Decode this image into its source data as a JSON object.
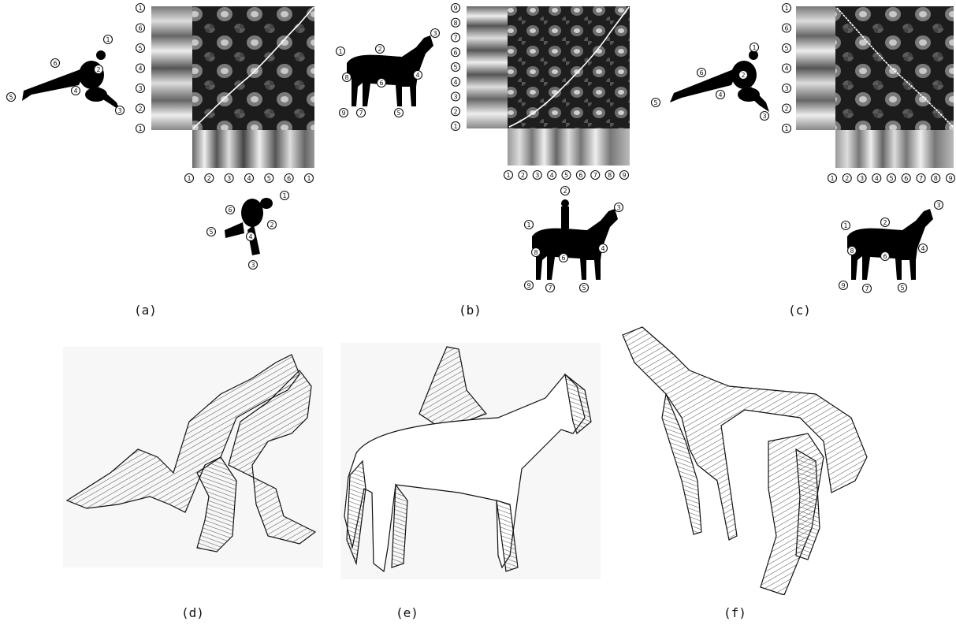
{
  "figure": {
    "panels": [
      {
        "id": "a",
        "caption": "(a)"
      },
      {
        "id": "b",
        "caption": "(b)"
      },
      {
        "id": "c",
        "caption": "(c)"
      },
      {
        "id": "d",
        "caption": "(d)"
      },
      {
        "id": "e",
        "caption": "(e)"
      },
      {
        "id": "f",
        "caption": "(f)"
      }
    ],
    "panel_a": {
      "left_axis": [
        "1",
        "6",
        "5",
        "4",
        "3",
        "2",
        "1"
      ],
      "bottom_axis": [
        "1",
        "2",
        "3",
        "4",
        "5",
        "6",
        "1"
      ],
      "top_shape_labels": [
        "1",
        "2",
        "3",
        "4",
        "5",
        "6"
      ],
      "bottom_shape_labels": [
        "1",
        "2",
        "3",
        "4",
        "5",
        "6"
      ]
    },
    "panel_b": {
      "left_axis": [
        "9",
        "8",
        "7",
        "6",
        "5",
        "4",
        "3",
        "2",
        "1"
      ],
      "bottom_axis": [
        "1",
        "2",
        "3",
        "4",
        "5",
        "6",
        "7",
        "8",
        "9"
      ],
      "top_shape_labels": [
        "1",
        "2",
        "3",
        "4",
        "5",
        "6",
        "7",
        "8",
        "9"
      ],
      "bottom_shape_labels": [
        "1",
        "2",
        "3",
        "4",
        "5",
        "6",
        "7",
        "8",
        "9"
      ]
    },
    "panel_c": {
      "left_axis": [
        "1",
        "6",
        "5",
        "4",
        "3",
        "2",
        "1"
      ],
      "bottom_axis": [
        "1",
        "2",
        "3",
        "4",
        "5",
        "6",
        "7",
        "8",
        "9"
      ],
      "top_shape_labels": [
        "1",
        "2",
        "3",
        "4",
        "5",
        "6"
      ],
      "bottom_shape_labels": [
        "1",
        "2",
        "3",
        "4",
        "5",
        "6",
        "7",
        "8",
        "9"
      ]
    }
  }
}
